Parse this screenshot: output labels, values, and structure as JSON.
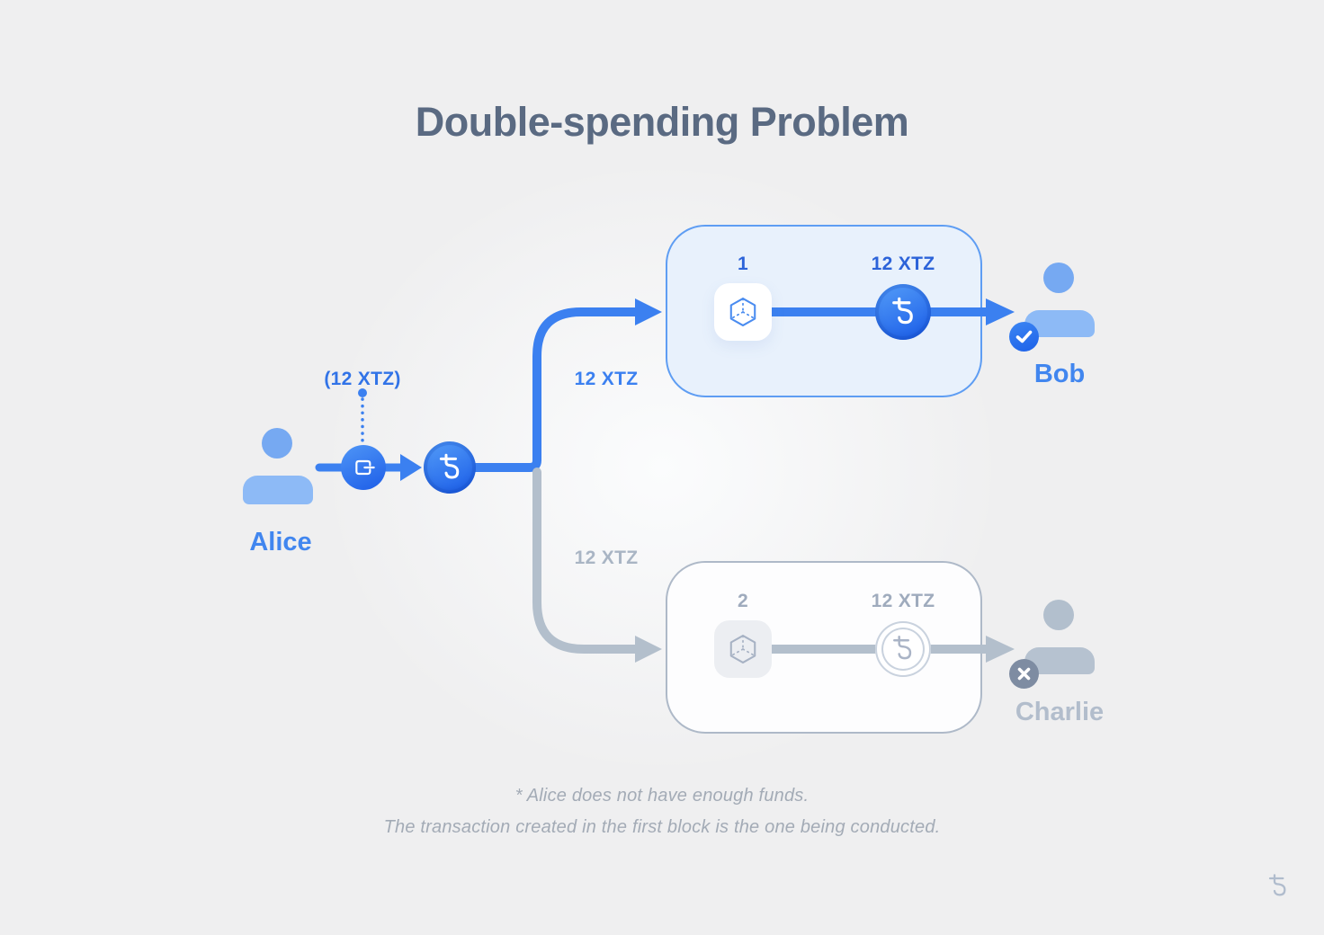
{
  "title": "Double-spending Problem",
  "sender": {
    "name": "Alice",
    "pending_amount_label": "(12 XTZ)"
  },
  "branches": {
    "top": {
      "flow_amount_label": "12 XTZ",
      "block": {
        "number": "1",
        "amount_label": "12 XTZ",
        "icon": "cube-block-icon"
      },
      "coin_icon": "tezos-coin-icon",
      "recipient": {
        "name": "Bob",
        "badge_icon": "check-badge-icon",
        "status": "confirmed"
      }
    },
    "bottom": {
      "flow_amount_label": "12 XTZ",
      "block": {
        "number": "2",
        "amount_label": "12 XTZ",
        "icon": "cube-block-icon"
      },
      "coin_icon": "tezos-coin-outline-icon",
      "recipient": {
        "name": "Charlie",
        "badge_icon": "cross-badge-icon",
        "status": "rejected"
      }
    }
  },
  "footnote": {
    "line1": "* Alice does not have enough funds.",
    "line2": "The transaction created in the first block is the one being conducted."
  },
  "colors": {
    "accent_blue": "#3b80f0",
    "deep_blue": "#2c63d9",
    "inactive_gray": "#b3bfcc",
    "title_color": "#5a6a82",
    "person_blue": "#8dbaf6",
    "person_gray": "#b6c2d0",
    "confirmed_badge": "#2f7bf0",
    "rejected_badge": "#7e8ca2"
  },
  "watermark_icon": "tezos-logo-icon"
}
